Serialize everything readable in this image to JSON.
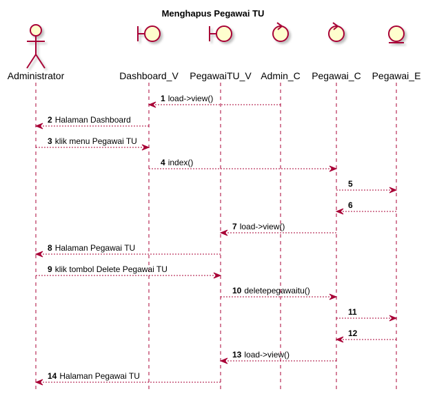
{
  "title": "Menghapus Pegawai TU",
  "colors": {
    "line": "#A80036",
    "fill": "#FEFECE",
    "text": "#000000"
  },
  "participants": [
    {
      "id": "admin",
      "label": "Administrator",
      "kind": "actor"
    },
    {
      "id": "dash",
      "label": "Dashboard_V",
      "kind": "boundary"
    },
    {
      "id": "ptu",
      "label": "PegawaiTU_V",
      "kind": "boundary"
    },
    {
      "id": "ac",
      "label": "Admin_C",
      "kind": "control"
    },
    {
      "id": "pc",
      "label": "Pegawai_C",
      "kind": "control"
    },
    {
      "id": "pe",
      "label": "Pegawai_E",
      "kind": "entity"
    }
  ],
  "messages": [
    {
      "num": "1",
      "text": "load->view()",
      "from": "ac",
      "to": "dash"
    },
    {
      "num": "2",
      "text": "Halaman Dashboard",
      "from": "dash",
      "to": "admin"
    },
    {
      "num": "3",
      "text": "klik menu Pegawai TU",
      "from": "admin",
      "to": "dash"
    },
    {
      "num": "4",
      "text": "index()",
      "from": "dash",
      "to": "pc"
    },
    {
      "num": "5",
      "text": "",
      "from": "pc",
      "to": "pe"
    },
    {
      "num": "6",
      "text": "",
      "from": "pe",
      "to": "pc"
    },
    {
      "num": "7",
      "text": "load->view()",
      "from": "pc",
      "to": "ptu"
    },
    {
      "num": "8",
      "text": "Halaman Pegawai TU",
      "from": "ptu",
      "to": "admin"
    },
    {
      "num": "9",
      "text": "klik tombol Delete Pegawai TU",
      "from": "admin",
      "to": "ptu"
    },
    {
      "num": "10",
      "text": "deletepegawaitu()",
      "from": "ptu",
      "to": "pc"
    },
    {
      "num": "11",
      "text": "",
      "from": "pc",
      "to": "pe"
    },
    {
      "num": "12",
      "text": "",
      "from": "pe",
      "to": "pc"
    },
    {
      "num": "13",
      "text": "load->view()",
      "from": "pc",
      "to": "ptu"
    },
    {
      "num": "14",
      "text": "Halaman Pegawai TU",
      "from": "ptu",
      "to": "admin"
    }
  ]
}
